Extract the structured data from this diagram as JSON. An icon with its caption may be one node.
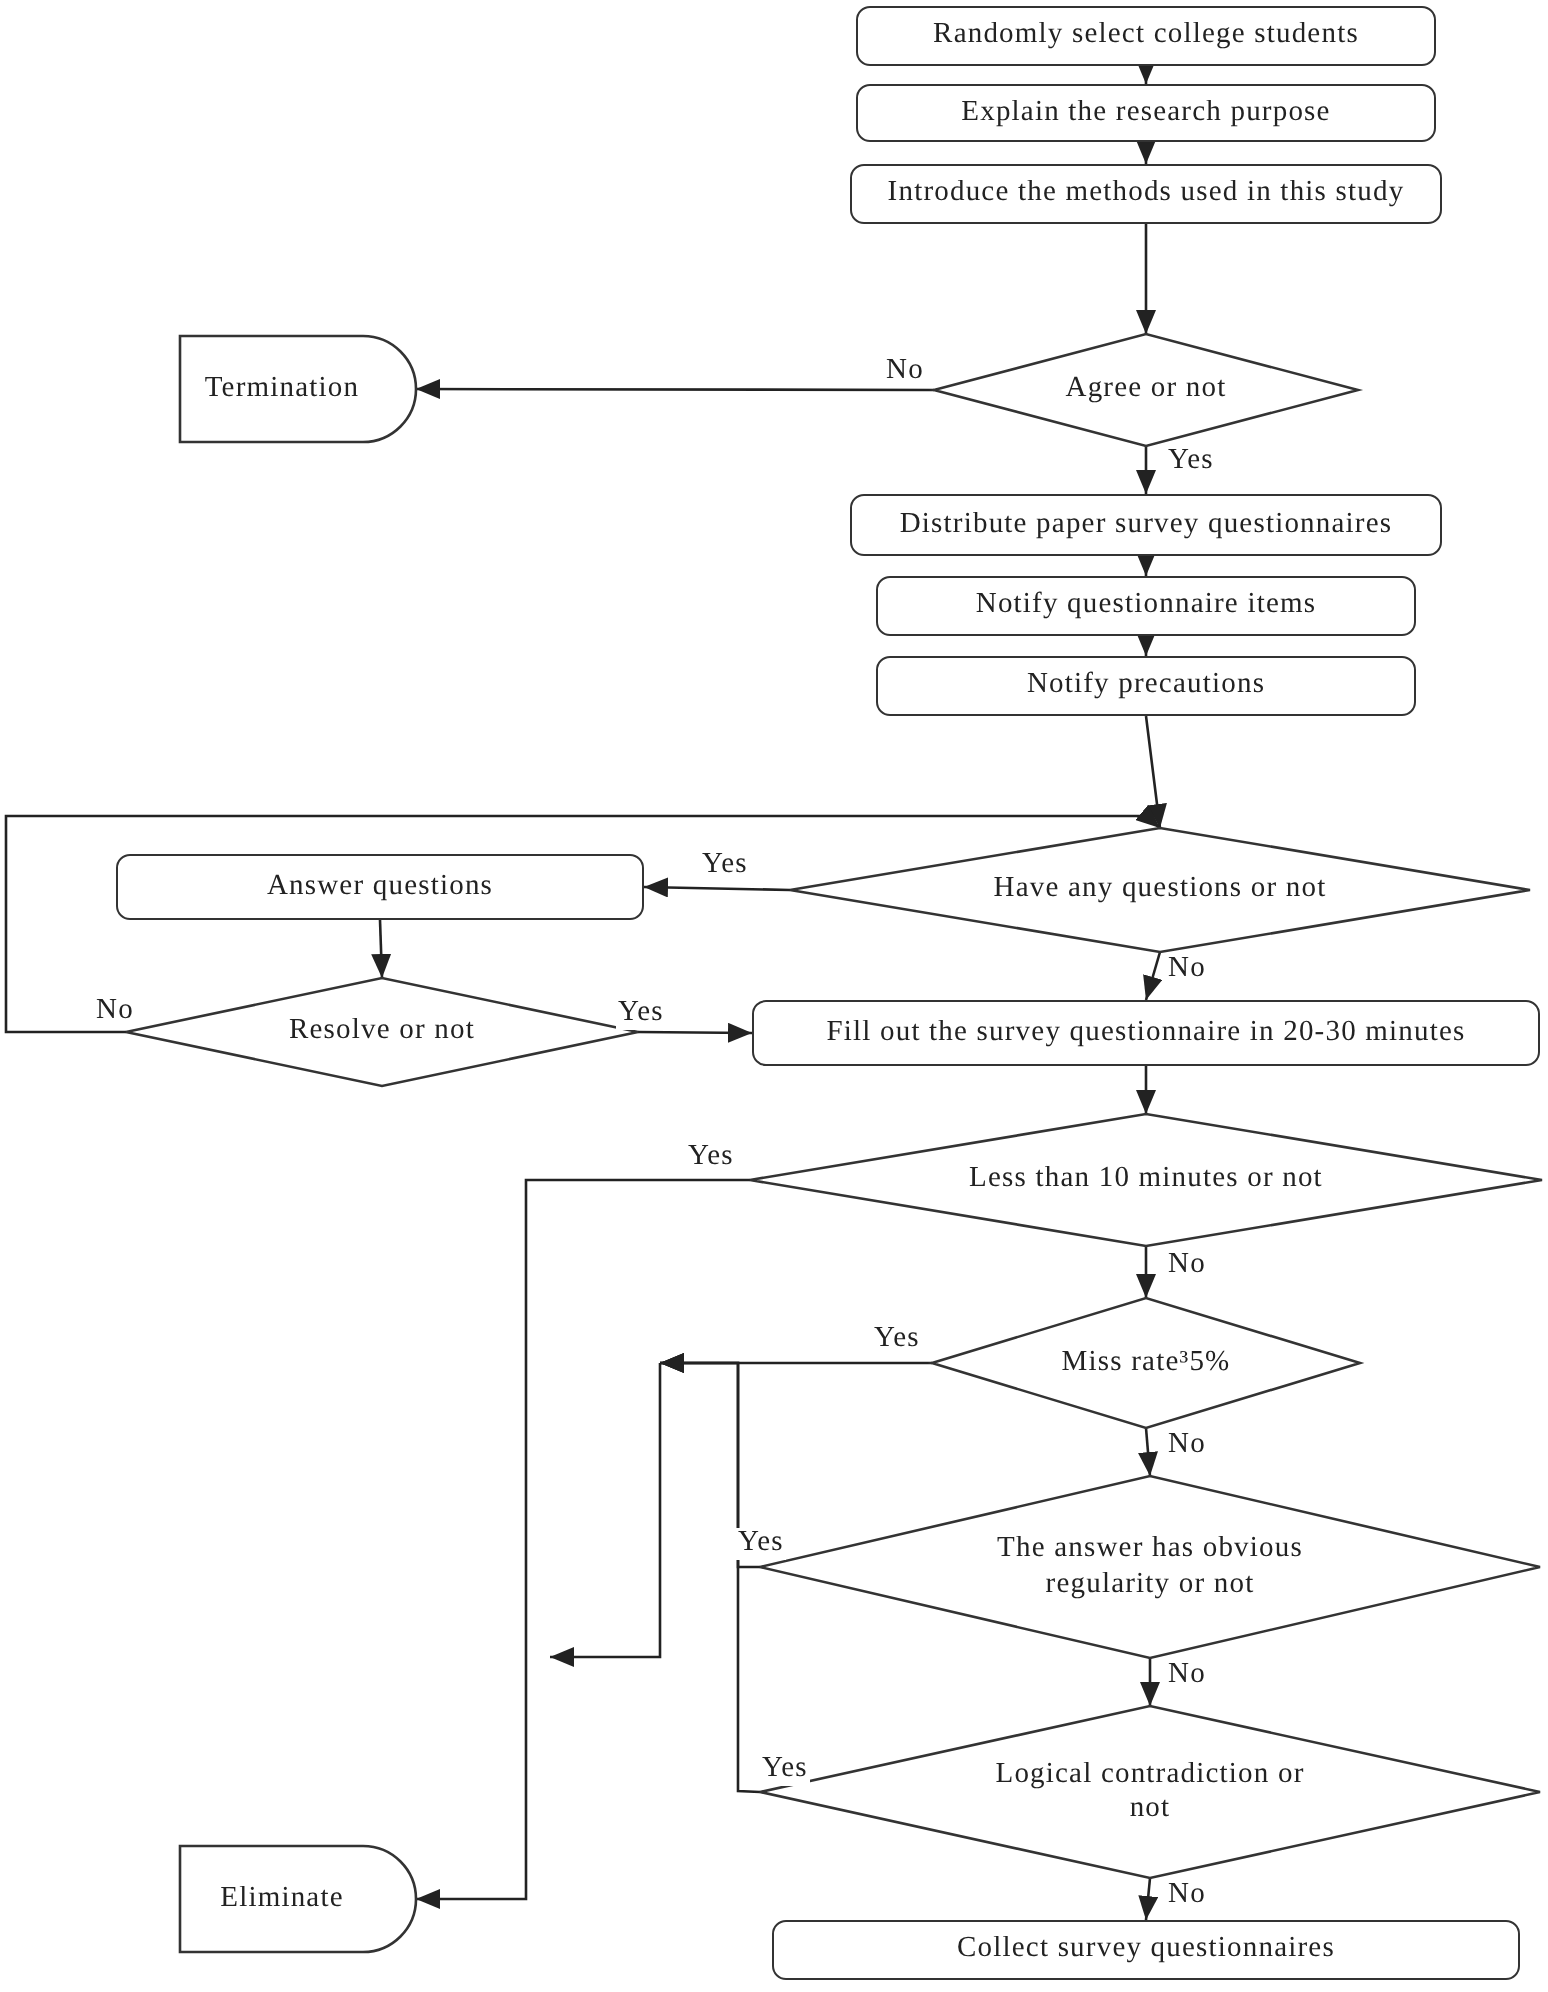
{
  "diagram": {
    "nodes": [
      {
        "text": [
          "Randomly select college students"
        ]
      },
      {
        "text": [
          "Explain the research purpose"
        ]
      },
      {
        "text": [
          "Introduce the methods used in this study"
        ]
      },
      {
        "text": [
          "Termination"
        ]
      },
      {
        "text": [
          "Agree or not"
        ]
      },
      {
        "text": [
          "Distribute paper survey questionnaires"
        ]
      },
      {
        "text": [
          "Notify questionnaire items"
        ]
      },
      {
        "text": [
          "Notify precautions"
        ]
      },
      {
        "text": [
          "Have any questions or not"
        ]
      },
      {
        "text": [
          "Answer questions"
        ]
      },
      {
        "text": [
          "Resolve or not"
        ]
      },
      {
        "text": [
          "Fill out the survey questionnaire in 20-30 minutes"
        ]
      },
      {
        "text": [
          "Less than 10 minutes or not"
        ]
      },
      {
        "text": [
          "Miss rate³5%"
        ]
      },
      {
        "text": [
          "The answer has obvious regularity or not"
        ]
      },
      {
        "text": [
          "Logical contradiction or not"
        ]
      },
      {
        "text": [
          "Eliminate"
        ]
      },
      {
        "text": [
          "Collect survey questionnaires"
        ]
      }
    ],
    "edges": [
      {
        "from": 0,
        "to": 1,
        "arrow": "to"
      },
      {
        "from": 1,
        "to": 2,
        "arrow": "to"
      },
      {
        "from": 2,
        "to": 4,
        "arrow": "to"
      },
      {
        "from": 4,
        "to": 3,
        "arrow": "to",
        "label": "No"
      },
      {
        "from": 4,
        "to": 5,
        "arrow": "to",
        "label": "Yes"
      },
      {
        "from": 5,
        "to": 6,
        "arrow": "to"
      },
      {
        "from": 6,
        "to": 7,
        "arrow": "to"
      },
      {
        "from": 7,
        "to": 8,
        "arrow": "to"
      },
      {
        "from": 8,
        "to": 9,
        "arrow": "to",
        "label": "Yes"
      },
      {
        "from": 8,
        "to": 11,
        "arrow": "to",
        "label": "No"
      },
      {
        "from": 9,
        "to": 10,
        "arrow": "to"
      },
      {
        "from": 10,
        "to": 11,
        "arrow": "to",
        "label": "Yes"
      },
      {
        "from": 10,
        "to": 8,
        "arrow": "to",
        "label": "No"
      },
      {
        "from": 11,
        "to": 12,
        "arrow": "to"
      },
      {
        "from": 12,
        "to": 16,
        "arrow": "to",
        "label": "Yes"
      },
      {
        "from": 12,
        "to": 13,
        "arrow": "to",
        "label": "No"
      },
      {
        "from": 13,
        "to": 14,
        "arrow": "to",
        "label": "No"
      },
      {
        "from": 14,
        "to": 15,
        "arrow": "to",
        "label": "No"
      },
      {
        "from": 15,
        "to": 17,
        "arrow": "to",
        "label": "No"
      },
      {
        "from": 13,
        "to": null,
        "arrow": "to",
        "label": "Yes"
      },
      {
        "from": 14,
        "to": null,
        "arrow": "to",
        "label": "Yes"
      },
      {
        "from": 15,
        "to": null,
        "arrow": "to",
        "label": "Yes"
      }
    ]
  }
}
